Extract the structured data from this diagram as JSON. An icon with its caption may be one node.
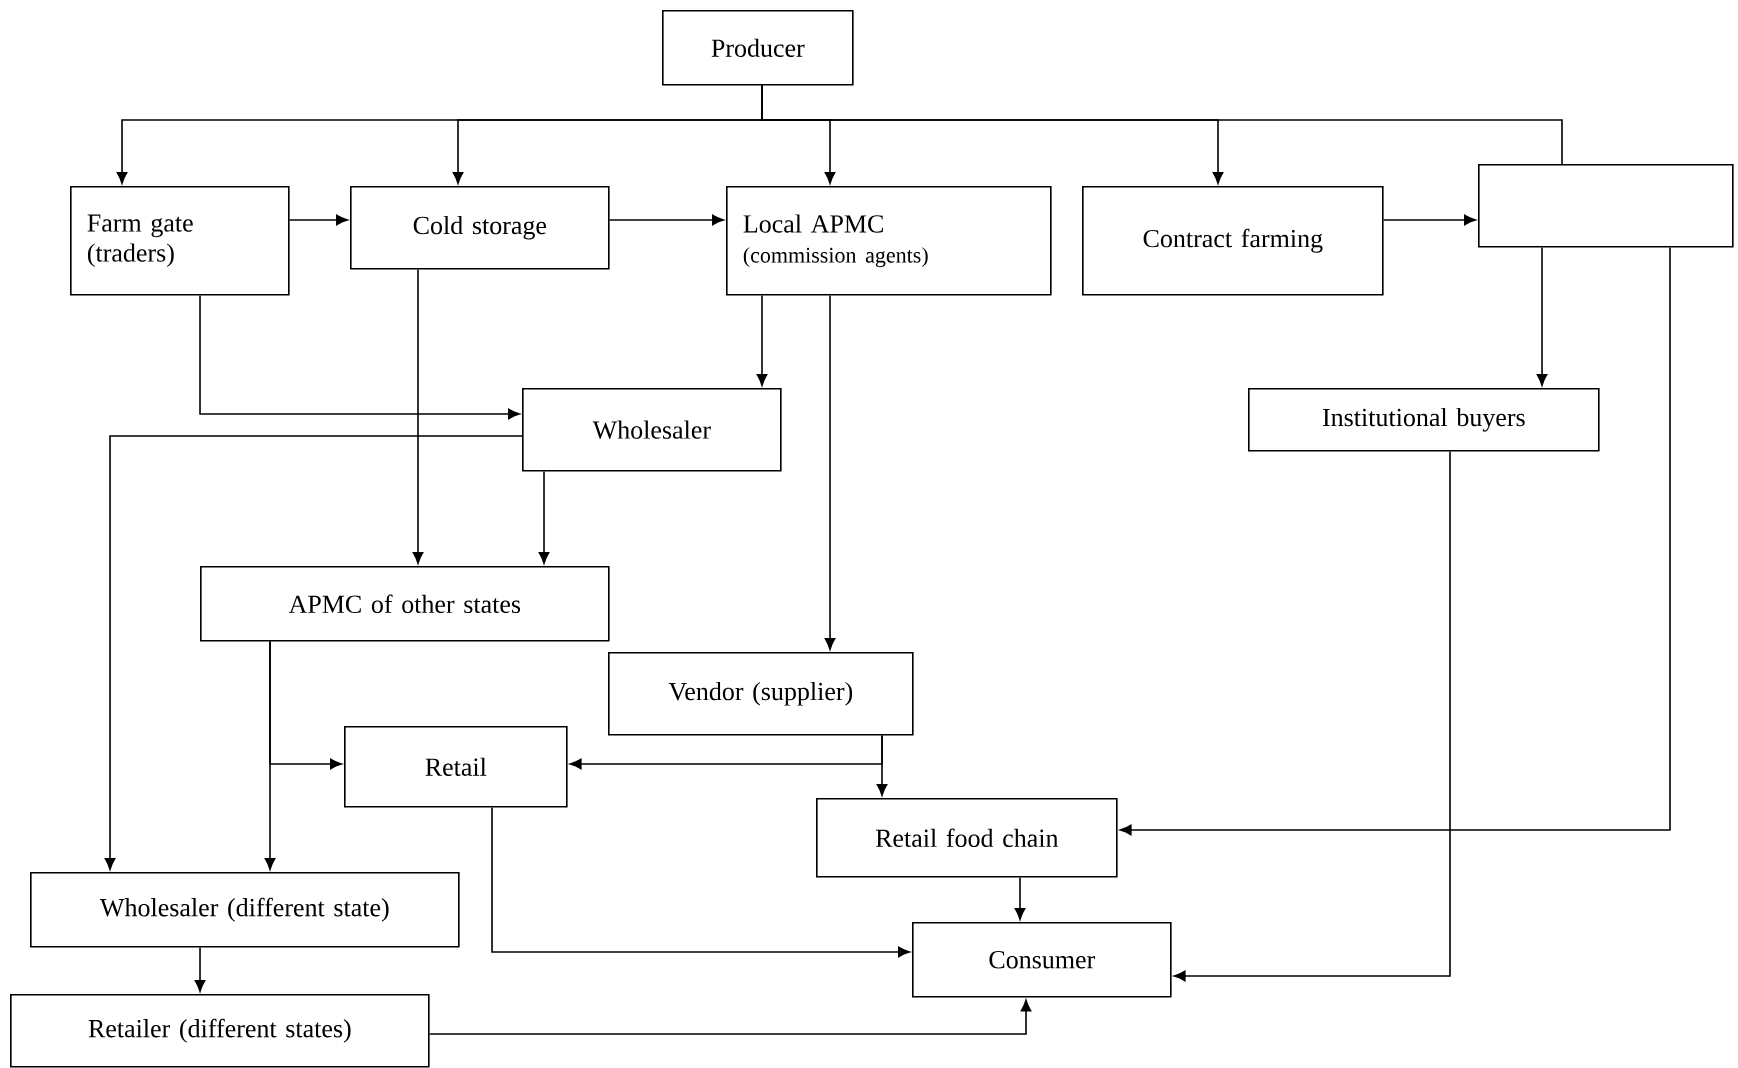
{
  "diagram": {
    "nodes": [
      {
        "text": [
          "Producer"
        ]
      },
      {
        "text": [
          "Farm gate (traders)"
        ]
      },
      {
        "text": [
          "Cold storage"
        ]
      },
      {
        "text": [
          "Local APMC",
          "(commission agents)"
        ]
      },
      {
        "text": [
          "Contract farming"
        ]
      },
      {
        "text": [],
        "shape": "box"
      },
      {
        "text": [
          "Wholesaler"
        ]
      },
      {
        "text": [
          "Institutional buyers"
        ]
      },
      {
        "text": [
          "APMC of other states"
        ]
      },
      {
        "text": [
          "Vendor (supplier)"
        ]
      },
      {
        "text": [
          "Retail"
        ]
      },
      {
        "text": [
          "Retail food chain"
        ]
      },
      {
        "text": [
          "Wholesaler (different state)"
        ]
      },
      {
        "text": [
          "Consumer"
        ]
      },
      {
        "text": [
          "Retailer (different states)"
        ]
      }
    ],
    "edges": [
      {
        "from": 0,
        "to": 1,
        "arrow": "to"
      },
      {
        "from": 0,
        "to": 2,
        "arrow": "to"
      },
      {
        "from": 0,
        "to": 3,
        "arrow": "to"
      },
      {
        "from": 0,
        "to": 4,
        "arrow": "to"
      },
      {
        "from": 0,
        "to": 5,
        "arrow": "none"
      },
      {
        "from": 1,
        "to": 2,
        "arrow": "to"
      },
      {
        "from": 2,
        "to": 3,
        "arrow": "to"
      },
      {
        "from": 4,
        "to": 5,
        "arrow": "to"
      },
      {
        "from": 3,
        "to": 6,
        "arrow": "to"
      },
      {
        "from": 1,
        "to": 6,
        "arrow": "to"
      },
      {
        "from": 2,
        "to": 8,
        "arrow": "to"
      },
      {
        "from": 6,
        "to": 8,
        "arrow": "to"
      },
      {
        "from": 6,
        "to": 12,
        "arrow": "to"
      },
      {
        "from": 3,
        "to": 9,
        "arrow": "to"
      },
      {
        "from": 5,
        "to": 7,
        "arrow": "to"
      },
      {
        "from": 8,
        "to": 12,
        "arrow": "to"
      },
      {
        "from": 8,
        "to": 10,
        "arrow": "to"
      },
      {
        "from": 9,
        "to": 10,
        "arrow": "to"
      },
      {
        "from": 9,
        "to": 11,
        "arrow": "to"
      },
      {
        "from": 5,
        "to": 11,
        "arrow": "to"
      },
      {
        "from": 11,
        "to": 13,
        "arrow": "to"
      },
      {
        "from": 10,
        "to": 13,
        "arrow": "to"
      },
      {
        "from": 7,
        "to": 13,
        "arrow": "to"
      },
      {
        "from": 12,
        "to": 14,
        "arrow": "to"
      },
      {
        "from": 14,
        "to": 13,
        "arrow": "to"
      }
    ]
  }
}
